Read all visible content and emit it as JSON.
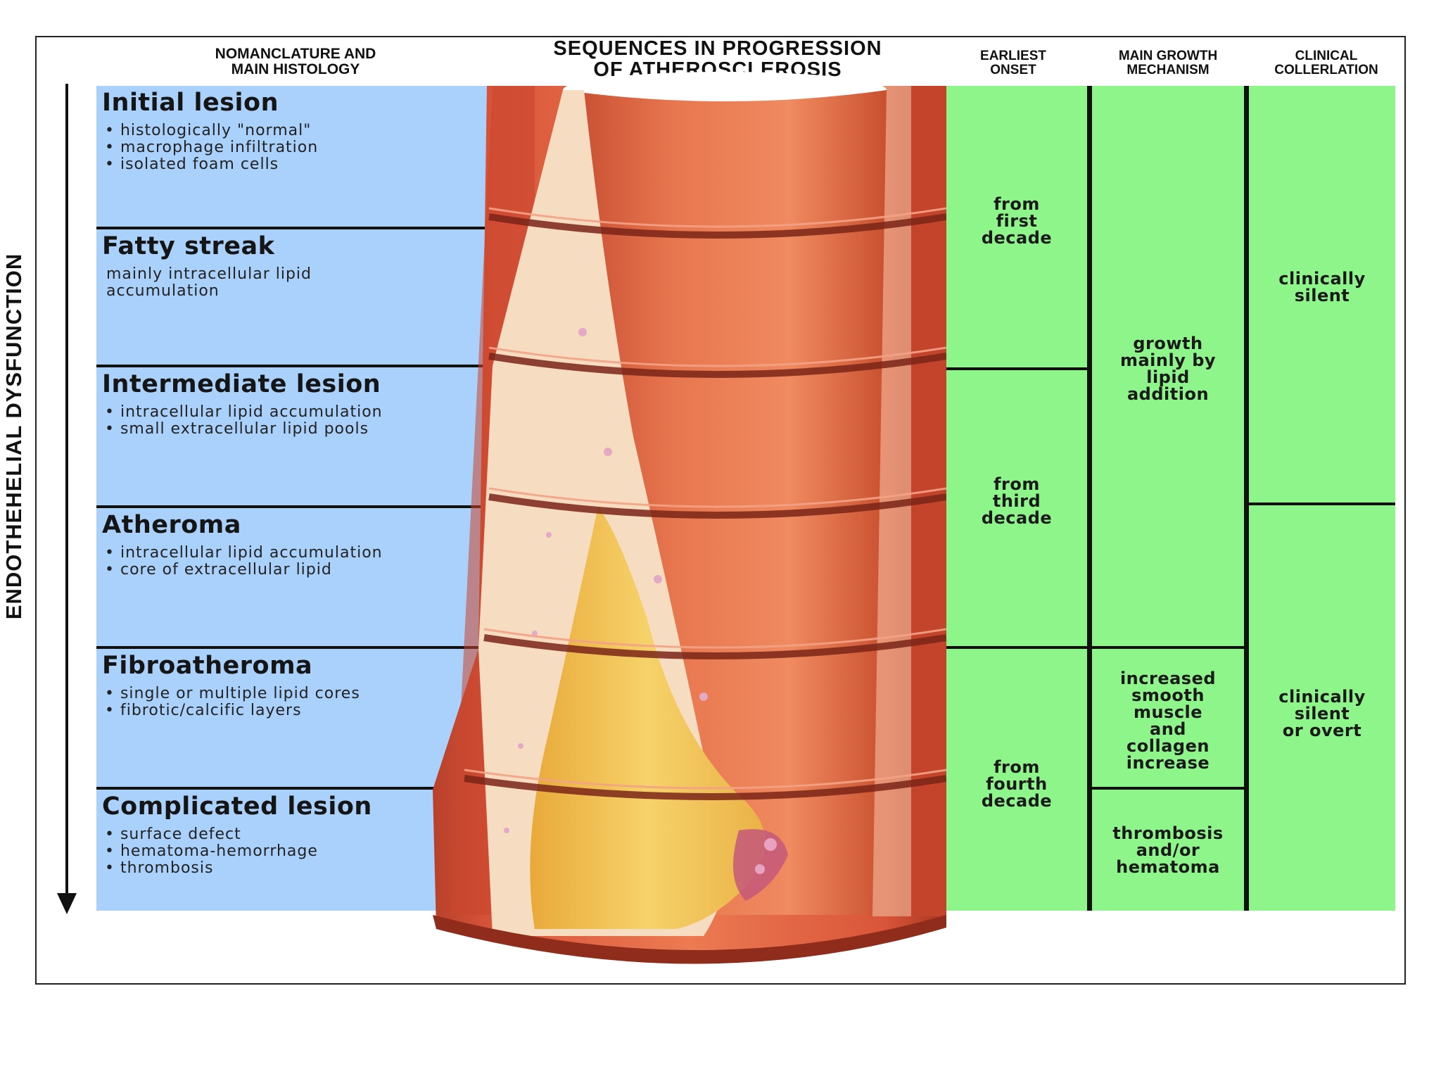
{
  "headers": {
    "nomenclature": [
      "NOMANCLATURE AND",
      "MAIN HISTOLOGY"
    ],
    "sequences": [
      "SEQUENCES IN PROGRESSION",
      "OF ATHEROSCLEROSIS"
    ],
    "onset": [
      "EARLIEST",
      "ONSET"
    ],
    "growth": [
      "MAIN GROWTH",
      "MECHANISM"
    ],
    "clinical": [
      "CLINICAL",
      "COLLERLATION"
    ]
  },
  "side_label": "ENDOTHEHELIAL DYSFUNCTION",
  "lesions": [
    {
      "title": "Initial lesion",
      "items": [
        "• histologically \"normal\"",
        "• macrophage infiltration",
        "• isolated foam cells"
      ]
    },
    {
      "title": "Fatty streak",
      "items": [
        "mainly intracellular lipid",
        "accumulation"
      ]
    },
    {
      "title": "Intermediate lesion",
      "items": [
        "• intracellular lipid accumulation",
        "• small extracellular lipid pools"
      ]
    },
    {
      "title": "Atheroma",
      "items": [
        "• intracellular lipid accumulation",
        "• core of extracellular lipid"
      ]
    },
    {
      "title": "Fibroatheroma",
      "items": [
        "• single or multiple lipid cores",
        "• fibrotic/calcific layers"
      ]
    },
    {
      "title": "Complicated lesion",
      "items": [
        "• surface defect",
        "• hematoma-hemorrhage",
        "• thrombosis"
      ]
    }
  ],
  "onset": [
    [
      "from",
      "first",
      "decade"
    ],
    [
      "from",
      "third",
      "decade"
    ],
    [
      "from",
      "fourth",
      "decade"
    ]
  ],
  "growth": [
    [
      "growth",
      "mainly by",
      "lipid",
      "addition"
    ],
    [
      "increased",
      "smooth",
      "muscle",
      "and",
      "collagen",
      "increase"
    ],
    [
      "thrombosis",
      "and/or",
      "hematoma"
    ]
  ],
  "clinical": [
    [
      "clinically",
      "silent"
    ],
    [
      "clinically",
      "silent",
      "or overt"
    ]
  ],
  "colors": {
    "lesion_panel": "#a9d1fb",
    "green_panel": "#8ef58a",
    "artery_outer": "#d9553a",
    "artery_inner": "#e86d45",
    "lipid_core": "#f2c64a",
    "plaque_wall": "#f6dcc0"
  }
}
